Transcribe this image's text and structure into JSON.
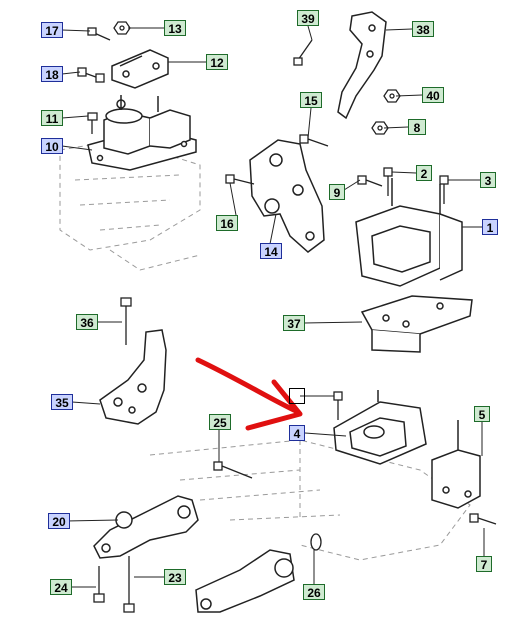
{
  "callouts": {
    "c1": {
      "text": "1",
      "style": "blue"
    },
    "c2": {
      "text": "2",
      "style": "green"
    },
    "c3": {
      "text": "3",
      "style": "green"
    },
    "c4": {
      "text": "4",
      "style": "blue"
    },
    "c5": {
      "text": "5",
      "style": "green"
    },
    "c7": {
      "text": "7",
      "style": "green"
    },
    "c8": {
      "text": "8",
      "style": "green"
    },
    "c9": {
      "text": "9",
      "style": "green"
    },
    "c10": {
      "text": "10",
      "style": "blue"
    },
    "c11": {
      "text": "11",
      "style": "green"
    },
    "c12": {
      "text": "12",
      "style": "green"
    },
    "c13": {
      "text": "13",
      "style": "green"
    },
    "c14": {
      "text": "14",
      "style": "blue"
    },
    "c15": {
      "text": "15",
      "style": "green"
    },
    "c16": {
      "text": "16",
      "style": "green"
    },
    "c17": {
      "text": "17",
      "style": "blue"
    },
    "c18": {
      "text": "18",
      "style": "blue"
    },
    "c20": {
      "text": "20",
      "style": "blue"
    },
    "c23": {
      "text": "23",
      "style": "green"
    },
    "c24": {
      "text": "24",
      "style": "green"
    },
    "c25": {
      "text": "25",
      "style": "green"
    },
    "c26": {
      "text": "26",
      "style": "green"
    },
    "c35": {
      "text": "35",
      "style": "blue"
    },
    "c36": {
      "text": "36",
      "style": "green"
    },
    "c37": {
      "text": "37",
      "style": "green"
    },
    "c38": {
      "text": "38",
      "style": "green"
    },
    "c39": {
      "text": "39",
      "style": "green"
    },
    "c40": {
      "text": "40",
      "style": "green"
    }
  },
  "colors": {
    "line": "#222222",
    "faint": "#9a9a9a",
    "callout_blue_fill": "#c9d3ff",
    "callout_blue_border": "#1f2f9a",
    "callout_green_fill": "#cfead1",
    "callout_green_border": "#1e6b2a",
    "arrow": "#e01010"
  }
}
